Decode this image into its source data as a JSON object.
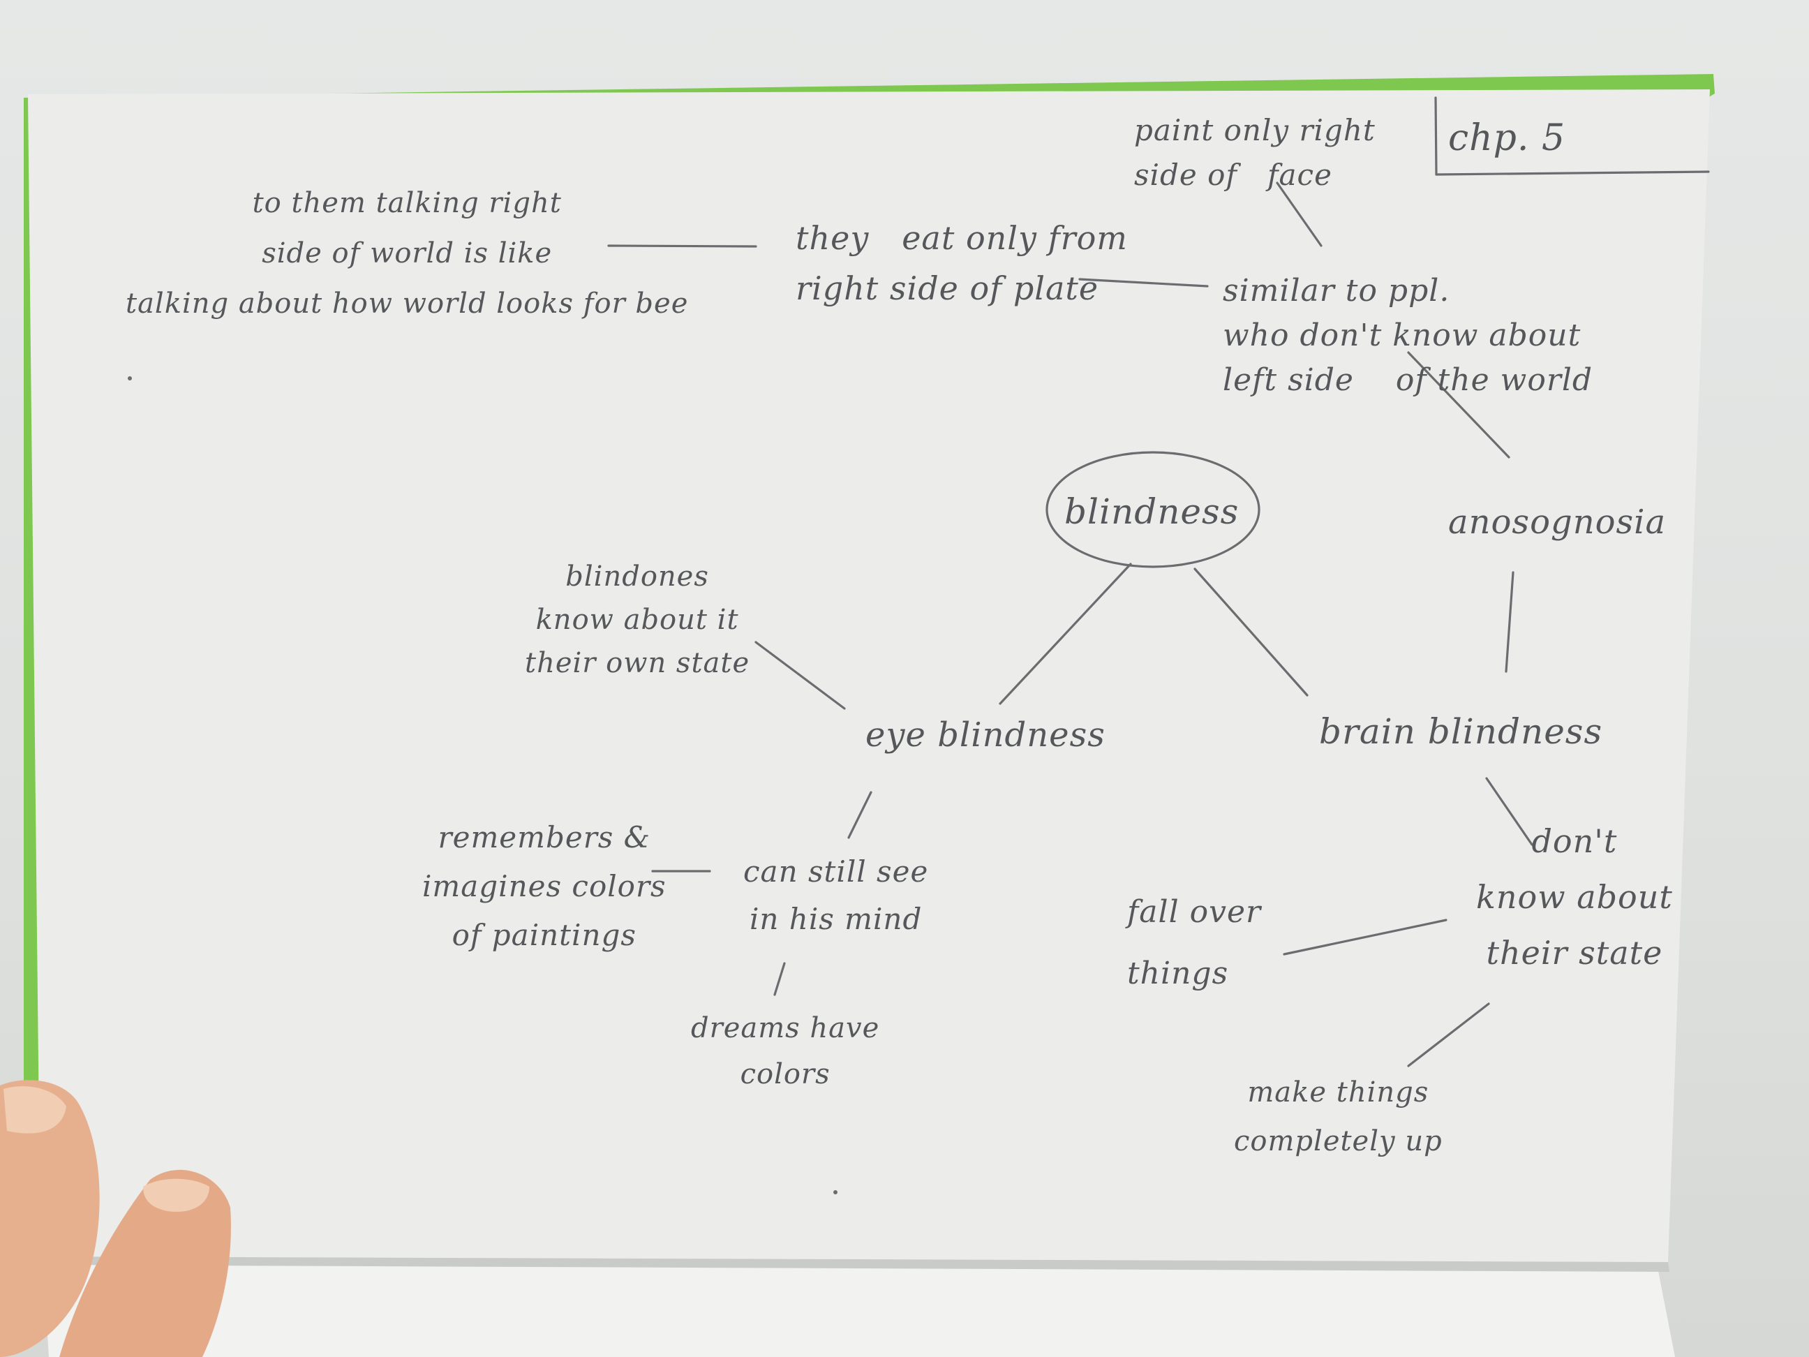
{
  "corner_label": "chp. 5",
  "colors": {
    "paper": "#ececeb",
    "green_edge": "#7ec850",
    "pencil": "#55575a",
    "background": "#e2e4e2",
    "skin": "#e6b08f"
  },
  "mind_map": {
    "center": "blindness",
    "branches": {
      "eye_blindness": "eye blindness",
      "brain_blindness": "brain blindness",
      "anosognosia": "anosognosia"
    },
    "notes": {
      "blindness_know": "blindones\nknow about it\ntheir own state",
      "can_still_see": "can still see\nin his mind",
      "remembers": "remembers &\nimagines colors\nof paintings",
      "dreams": "dreams have\ncolors",
      "dont_know": "don't\nknow about\ntheir state",
      "fall_over": "fall over\n\nthings",
      "make_things_up": "make things\ncompletely up",
      "similar_ppl": "similar to ppl.\nwho don't know about\nleft side    of the world",
      "paint_face": "paint only right\nside of   face",
      "eat_only": "they   eat only from\nright side of plate",
      "talking_right": "to them talking right\nside of world is like\ntalking about how world looks for bee"
    }
  }
}
